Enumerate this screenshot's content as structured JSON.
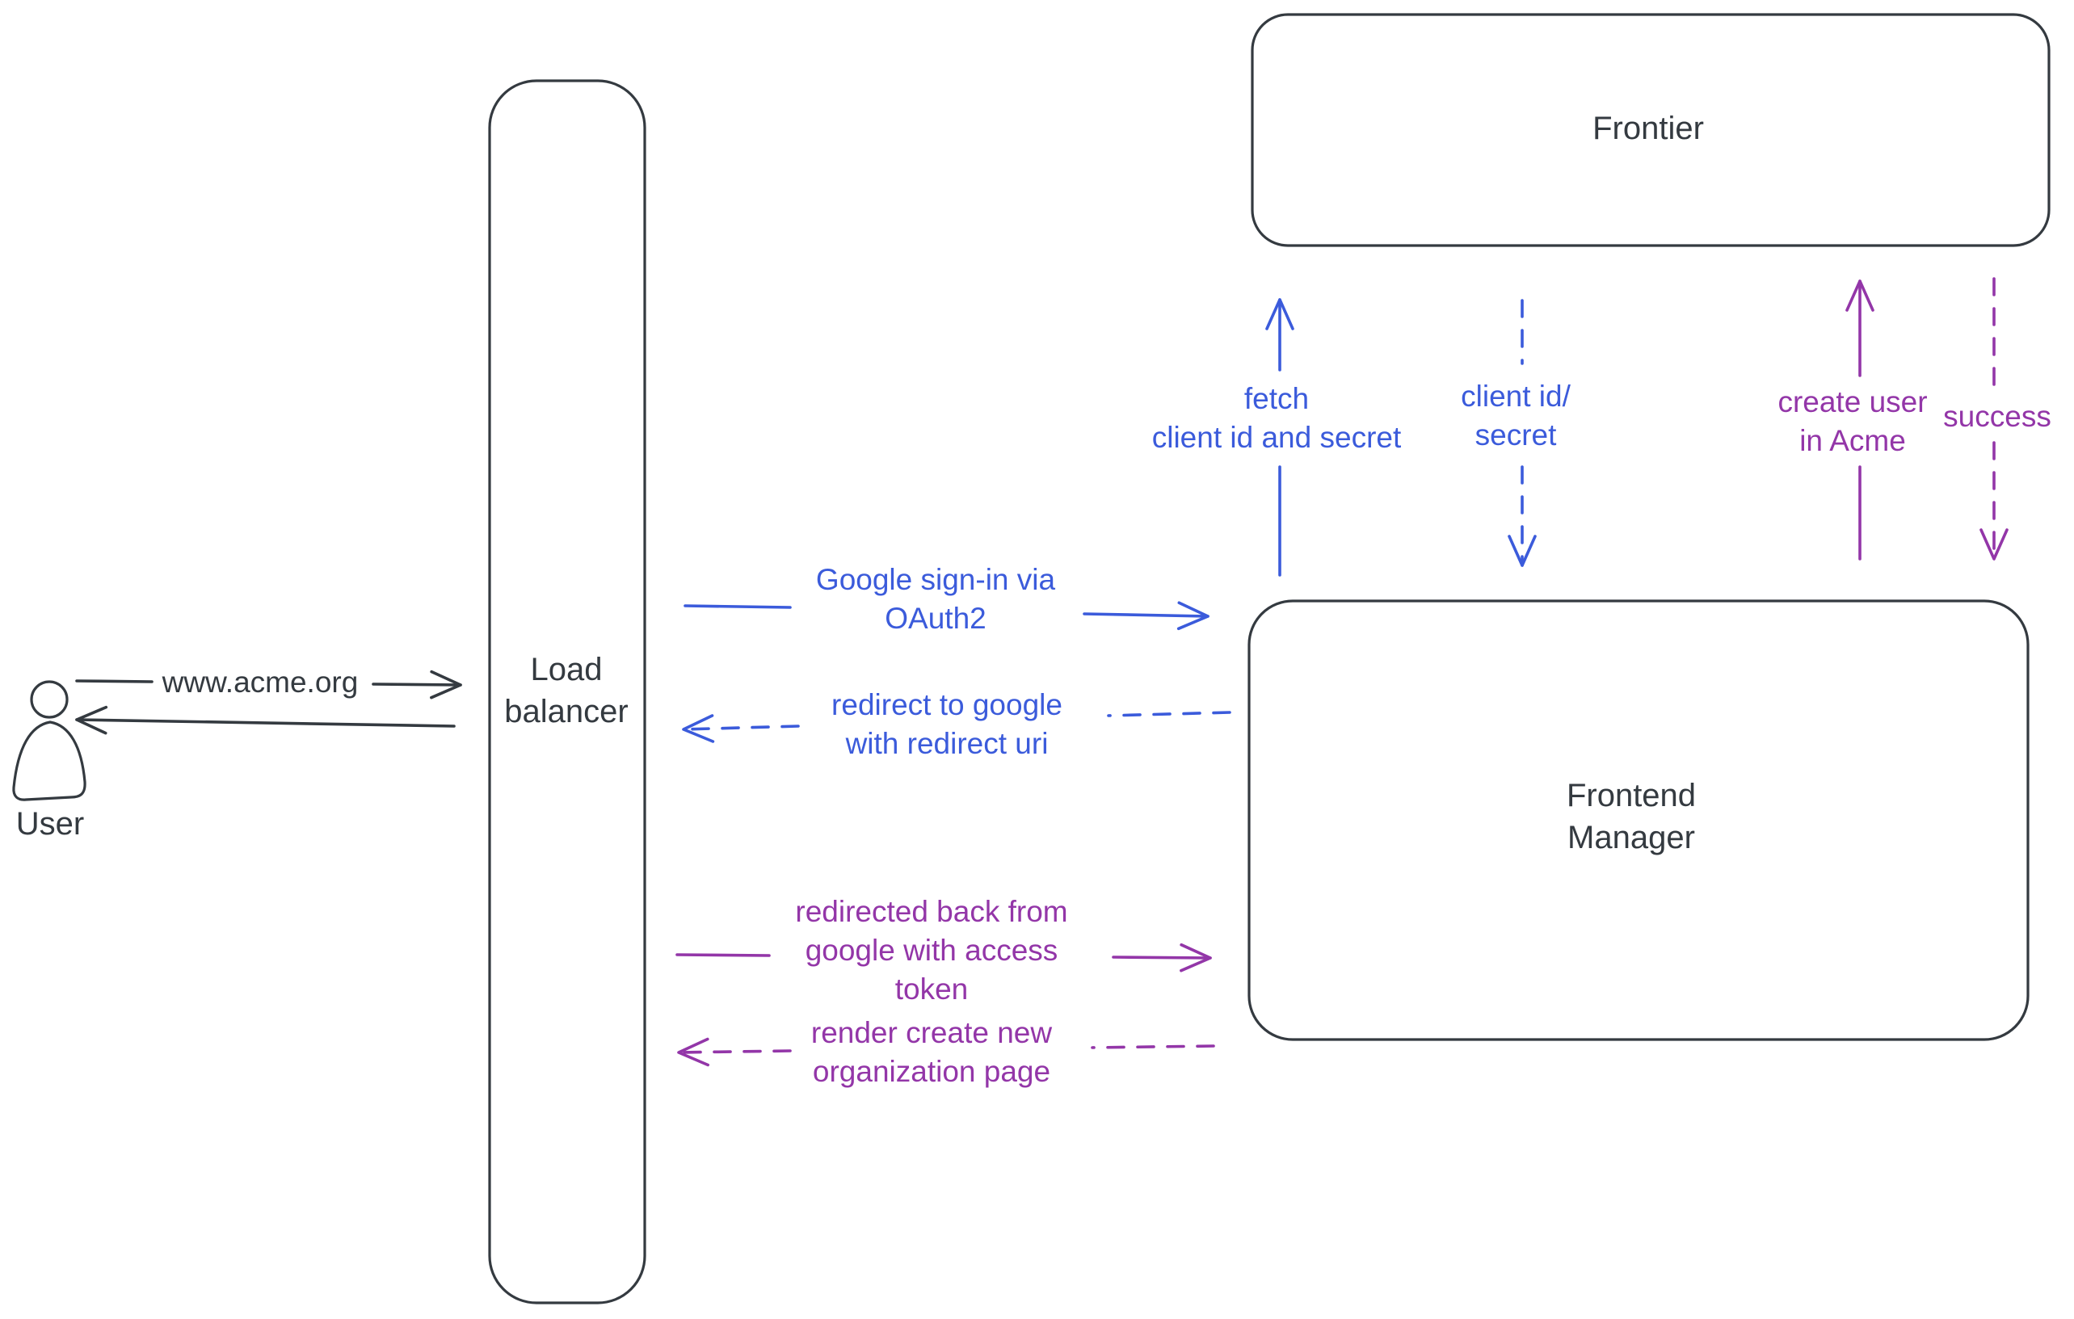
{
  "title": "OAuth sign-in flow diagram",
  "colors": {
    "ink": "#343a40",
    "blue": "#3b5bdb",
    "purple": "#9336a8",
    "hatch_fill": "#ccd6e1",
    "background": "#ffffff"
  },
  "nodes": {
    "user": {
      "label": "User",
      "shape": "person-icon"
    },
    "load_balancer": {
      "label": "Load\nbalancer",
      "shape": "rounded-rectangle"
    },
    "frontier": {
      "label": "Frontier",
      "shape": "rounded-rectangle"
    },
    "frontend_manager": {
      "label": "Frontend\nManager",
      "shape": "rounded-rectangle"
    }
  },
  "arrows": {
    "www_acme": {
      "label": "www.acme.org",
      "from": "user",
      "to": "load_balancer",
      "direction": "right",
      "style": "solid",
      "color": "#343a40"
    },
    "return_to_user": {
      "label": "",
      "from": "load_balancer",
      "to": "user",
      "direction": "left",
      "style": "solid",
      "color": "#343a40"
    },
    "google_signin": {
      "label": "Google sign-in via\nOAuth2",
      "from": "load_balancer",
      "to": "frontend_manager",
      "direction": "right",
      "style": "solid",
      "color": "#3b5bdb"
    },
    "redirect_to_google": {
      "label": "redirect to google\nwith redirect uri",
      "from": "frontend_manager",
      "to": "load_balancer",
      "direction": "left",
      "style": "dashed",
      "color": "#3b5bdb"
    },
    "fetch_client": {
      "label": "fetch\nclient id and secret",
      "from": "frontend_manager",
      "to": "frontier",
      "direction": "up",
      "style": "solid",
      "color": "#3b5bdb"
    },
    "client_id_secret": {
      "label": "client id/\nsecret",
      "from": "frontier",
      "to": "frontend_manager",
      "direction": "down",
      "style": "dashed",
      "color": "#3b5bdb"
    },
    "create_user": {
      "label": "create user\nin Acme",
      "from": "frontend_manager",
      "to": "frontier",
      "direction": "up",
      "style": "solid",
      "color": "#9336a8"
    },
    "success": {
      "label": "success",
      "from": "frontier",
      "to": "frontend_manager",
      "direction": "down",
      "style": "dashed",
      "color": "#9336a8"
    },
    "redirected_back": {
      "label": "redirected back from\ngoogle with access\ntoken",
      "from": "load_balancer",
      "to": "frontend_manager",
      "direction": "right",
      "style": "solid",
      "color": "#9336a8"
    },
    "render_org_page": {
      "label": "render create new\norganization page",
      "from": "frontend_manager",
      "to": "load_balancer",
      "direction": "left",
      "style": "dashed",
      "color": "#9336a8"
    }
  }
}
